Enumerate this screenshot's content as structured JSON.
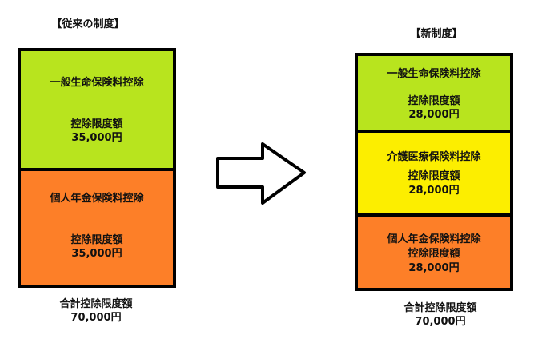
{
  "old_system": {
    "title": "【従来の制度】",
    "sections": [
      {
        "name": "一般生命保険料控除",
        "limit_label": "控除限度額",
        "limit_value": "35,000円",
        "color": "#b8e41e"
      },
      {
        "name": "個人年金保険料控除",
        "limit_label": "控除限度額",
        "limit_value": "35,000円",
        "color": "#fd7f28"
      }
    ],
    "total_label": "合計控除限度額",
    "total_value": "70,000円"
  },
  "new_system": {
    "title": "【新制度】",
    "sections": [
      {
        "name": "一般生命保険料控除",
        "limit_label": "控除限度額",
        "limit_value": "28,000円",
        "color": "#b8e41e"
      },
      {
        "name": "介護医療保険料控除",
        "limit_label": "控除限度額",
        "limit_value": "28,000円",
        "color": "#fcee00"
      },
      {
        "name": "個人年金保険料控除",
        "limit_label": "控除限度額",
        "limit_value": "28,000円",
        "color": "#fd7f28"
      }
    ],
    "total_label": "合計控除限度額",
    "total_value": "70,000円"
  },
  "arrow_icon": "right-arrow-outline"
}
